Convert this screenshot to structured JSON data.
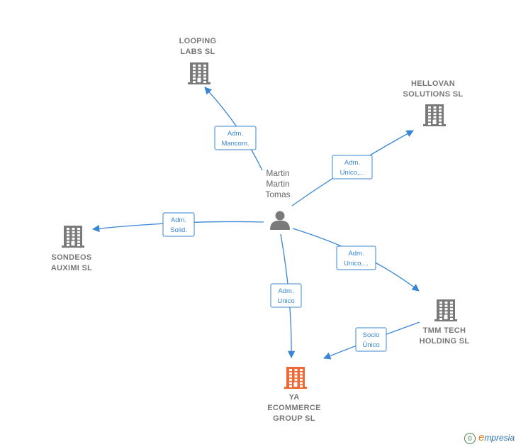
{
  "colors": {
    "edge": "#3a86d4",
    "company": "#7a7a7a",
    "focus_company": "#ee6a35",
    "person": "#7a7a7a"
  },
  "person": {
    "name_lines": [
      "Martin",
      "Martin",
      "Tomas"
    ],
    "icon": "person-icon"
  },
  "companies": [
    {
      "id": "looping",
      "lines": [
        "LOOPING",
        "LABS  SL"
      ],
      "focus": false,
      "icon": "building-icon"
    },
    {
      "id": "hellovan",
      "lines": [
        "HELLOVAN",
        "SOLUTIONS  SL"
      ],
      "focus": false,
      "icon": "building-icon"
    },
    {
      "id": "sondeos",
      "lines": [
        "SONDEOS",
        "AUXIMI  SL"
      ],
      "focus": false,
      "icon": "building-icon"
    },
    {
      "id": "tmm",
      "lines": [
        "TMM TECH",
        "HOLDING  SL"
      ],
      "focus": false,
      "icon": "building-icon"
    },
    {
      "id": "ya",
      "lines": [
        "YA",
        "ECOMMERCE",
        "GROUP  SL"
      ],
      "focus": true,
      "icon": "building-icon"
    }
  ],
  "edges": [
    {
      "from": "person",
      "to": "looping",
      "label": [
        "Adm.",
        "Mancom."
      ]
    },
    {
      "from": "person",
      "to": "hellovan",
      "label": [
        "Adm.",
        "Unico,..."
      ]
    },
    {
      "from": "person",
      "to": "sondeos",
      "label": [
        "Adm.",
        "Solid."
      ]
    },
    {
      "from": "person",
      "to": "tmm",
      "label": [
        "Adm.",
        "Unico,..."
      ]
    },
    {
      "from": "person",
      "to": "ya",
      "label": [
        "Adm.",
        "Unico"
      ]
    },
    {
      "from": "tmm",
      "to": "ya",
      "label": [
        "Socio",
        "Único"
      ]
    }
  ],
  "credit": {
    "symbol": "©",
    "brand_initial": "e",
    "brand_rest": "mpresia"
  }
}
